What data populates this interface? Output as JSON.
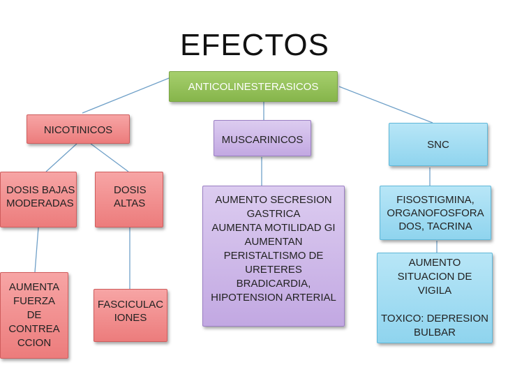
{
  "title": "EFECTOS",
  "nodes": {
    "root": "ANTICOLINESTERASICOS",
    "nicotinicos": "NICOTINICOS",
    "muscarinicos": "MUSCARINICOS",
    "snc": "SNC",
    "dosis_bajas": "DOSIS BAJAS\nMODERADAS",
    "dosis_altas": "DOSIS\nALTAS",
    "aumenta_fuerza": "AUMENTA\nFUERZA\nDE\nCONTREA\nCCION",
    "fasciculaciones": "FASCICULAC\nIONES",
    "muscarinicos_efectos": "AUMENTO SECRESION\nGASTRICA\nAUMENTA MOTILIDAD GI\nAUMENTAN\nPERISTALTISMO DE\nURETERES\nBRADICARDIA,\nHIPOTENSION ARTERIAL",
    "snc_farmacos": "FISOSTIGMINA,\nORGANOFOSFORA\nDOS, TACRINA",
    "snc_efectos": "AUMENTO\nSITUACION DE\nVIGILA\n\nTOXICO: DEPRESION\nBULBAR"
  },
  "colors": {
    "root": "#8dba55",
    "nicotinic_branch": "#ef8c8c",
    "muscarinic_branch": "#c9b2e6",
    "snc_branch": "#9cdaf1",
    "connector": "#6fa0c8"
  }
}
